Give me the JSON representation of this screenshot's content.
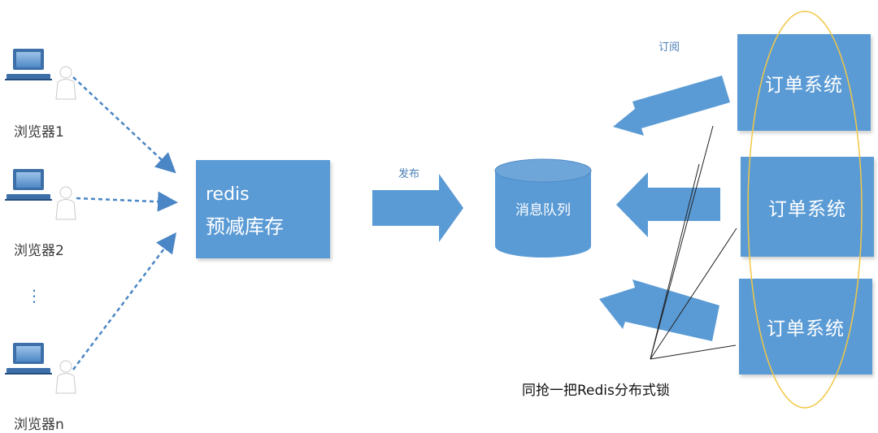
{
  "browsers": [
    {
      "label": "浏览器1"
    },
    {
      "label": "浏览器2"
    },
    {
      "label": "⋮"
    },
    {
      "label": "浏览器n"
    }
  ],
  "redis_box": {
    "line1": "redis",
    "line2": "预减库存"
  },
  "publish_label": "发布",
  "queue": {
    "label": "消息队列"
  },
  "subscribe_label": "订阅",
  "order_systems": [
    {
      "label": "订单系统"
    },
    {
      "label": "订单系统"
    },
    {
      "label": "订单系统"
    }
  ],
  "lock_caption": "同抢一把Redis分布式锁",
  "colors": {
    "box_fill": "#5b9bd5",
    "dashed_arrow": "#4a86c5",
    "ellipse": "#f2c744"
  }
}
